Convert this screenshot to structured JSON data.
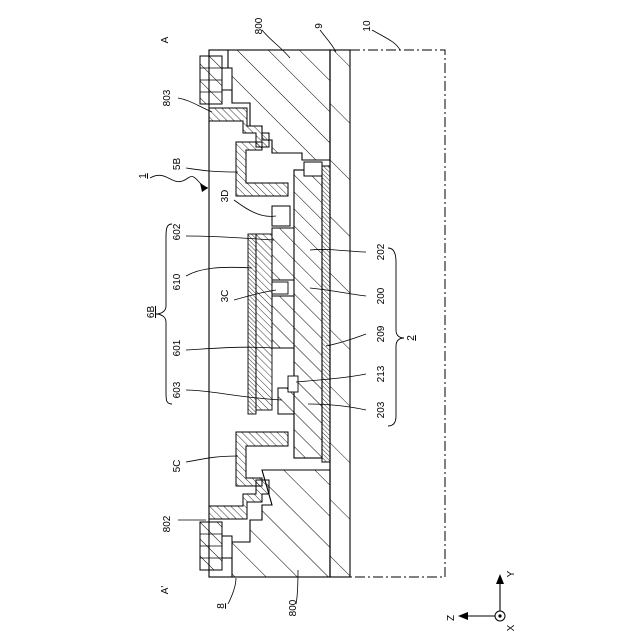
{
  "labels": {
    "section_a": "A",
    "section_a_prime": "A'",
    "ref_800_top": "800",
    "ref_800_bottom": "800",
    "ref_9": "9",
    "ref_10": "10",
    "ref_1": "1",
    "ref_803": "803",
    "ref_802": "802",
    "ref_5b": "5B",
    "ref_5c": "5C",
    "ref_3d": "3D",
    "ref_3c": "3C",
    "ref_602": "602",
    "ref_610": "610",
    "ref_601": "601",
    "ref_603": "603",
    "ref_6b": "6B",
    "ref_202": "202",
    "ref_200": "200",
    "ref_209": "209",
    "ref_213": "213",
    "ref_203": "203",
    "ref_2": "2",
    "ref_8": "8"
  },
  "axes": {
    "y": "Y",
    "z": "Z",
    "x": "X"
  }
}
